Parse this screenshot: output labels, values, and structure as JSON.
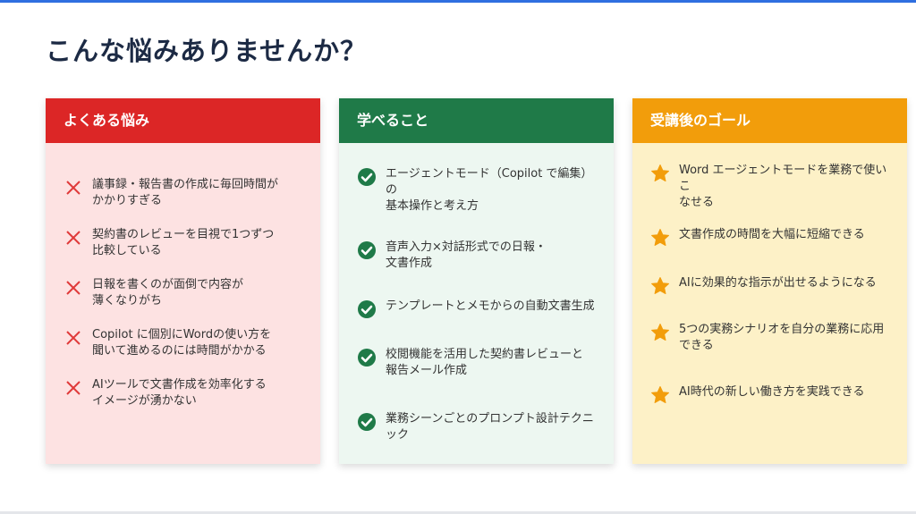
{
  "title": "こんな悩みありませんか？",
  "colors": {
    "problems": "#dc2626",
    "learn": "#1f7a48",
    "goals": "#f29d0b",
    "accent": "#2f6fe0"
  },
  "cards": [
    {
      "heading": "よくある悩み",
      "icon": "x-icon",
      "items": [
        "議事録・報告書の作成に毎回時間が\nかかりすぎる",
        "契約書のレビューを目視で1つずつ\n比較している",
        "日報を書くのが面倒で内容が\n薄くなりがち",
        "Copilot に個別にWordの使い方を\n聞いて進めるのには時間がかかる",
        "AIツールで文書作成を効率化する\nイメージが湧かない"
      ]
    },
    {
      "heading": "学べること",
      "icon": "check-circle-icon",
      "items": [
        "エージェントモード（Copilot で編集）の\n基本操作と考え方",
        "音声入力×対話形式での日報・\n文書作成",
        "テンプレートとメモからの自動文書生成",
        "校閲機能を活用した契約書レビューと\n報告メール作成",
        "業務シーンごとのプロンプト設計テクニック"
      ]
    },
    {
      "heading": "受講後のゴール",
      "icon": "star-icon",
      "items": [
        "Word エージェントモードを業務で使いこ\nなせる",
        "文書作成の時間を大幅に短縮できる",
        "AIに効果的な指示が出せるようになる",
        "5つの実務シナリオを自分の業務に応用\nできる",
        "AI時代の新しい働き方を実践できる"
      ]
    }
  ]
}
